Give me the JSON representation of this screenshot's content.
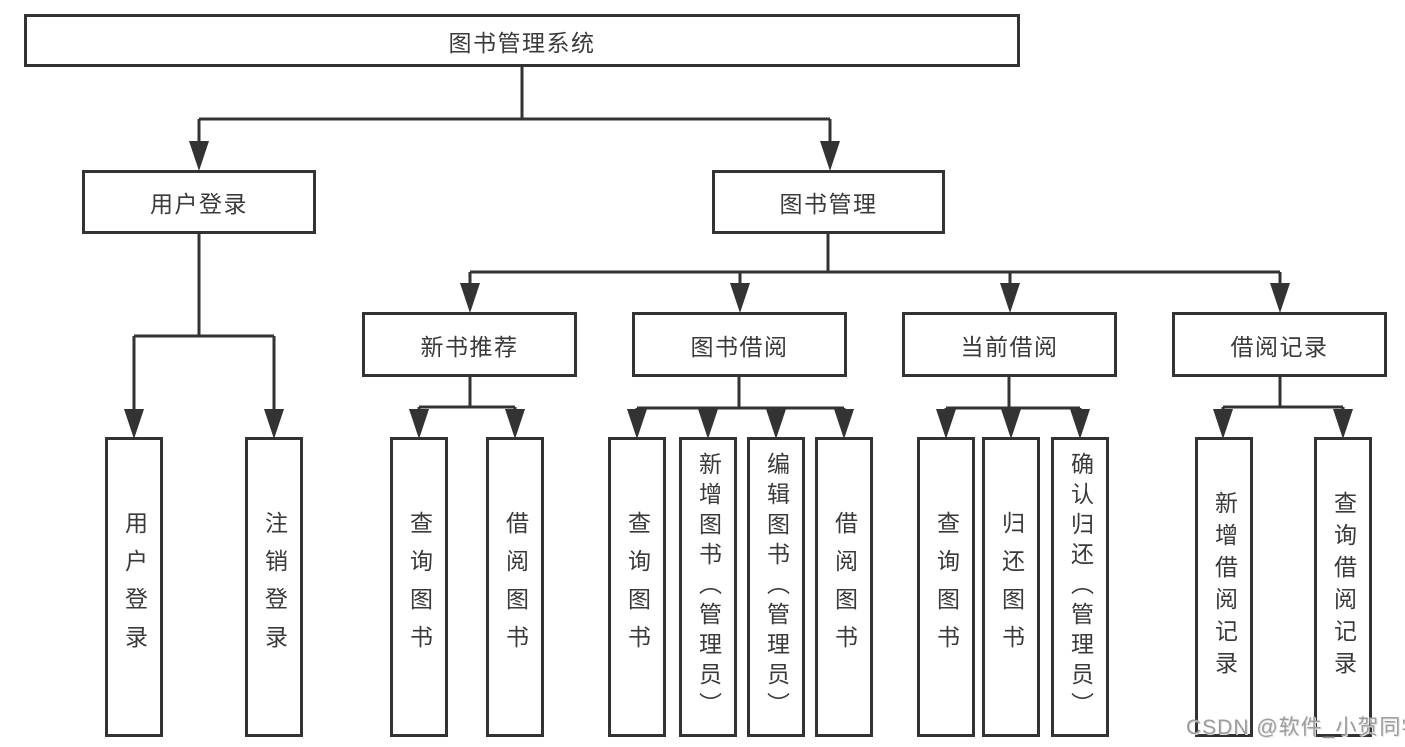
{
  "tree": {
    "root": {
      "label": "图书管理系统"
    },
    "branches": [
      {
        "label": "用户登录",
        "children": [
          {
            "label": "用户登录"
          },
          {
            "label": "注销登录"
          }
        ]
      },
      {
        "label": "图书管理",
        "children": [
          {
            "label": "新书推荐",
            "children": [
              {
                "label": "查询图书"
              },
              {
                "label": "借阅图书"
              }
            ]
          },
          {
            "label": "图书借阅",
            "children": [
              {
                "label": "查询图书"
              },
              {
                "label": "新增图书（管理员）"
              },
              {
                "label": "编辑图书（管理员）"
              },
              {
                "label": "借阅图书"
              }
            ]
          },
          {
            "label": "当前借阅",
            "children": [
              {
                "label": "查询图书"
              },
              {
                "label": "归还图书"
              },
              {
                "label": "确认归还（管理员）"
              }
            ]
          },
          {
            "label": "借阅记录",
            "children": [
              {
                "label": "新增借阅记录"
              },
              {
                "label": "查询借阅记录"
              }
            ]
          }
        ]
      }
    ]
  },
  "watermark": {
    "text": "CSDN @软件_小贺同学"
  },
  "colors": {
    "line": "#333333",
    "text": "#3a3a3a",
    "watermark": "#9c9c9c",
    "background": "#ffffff"
  }
}
